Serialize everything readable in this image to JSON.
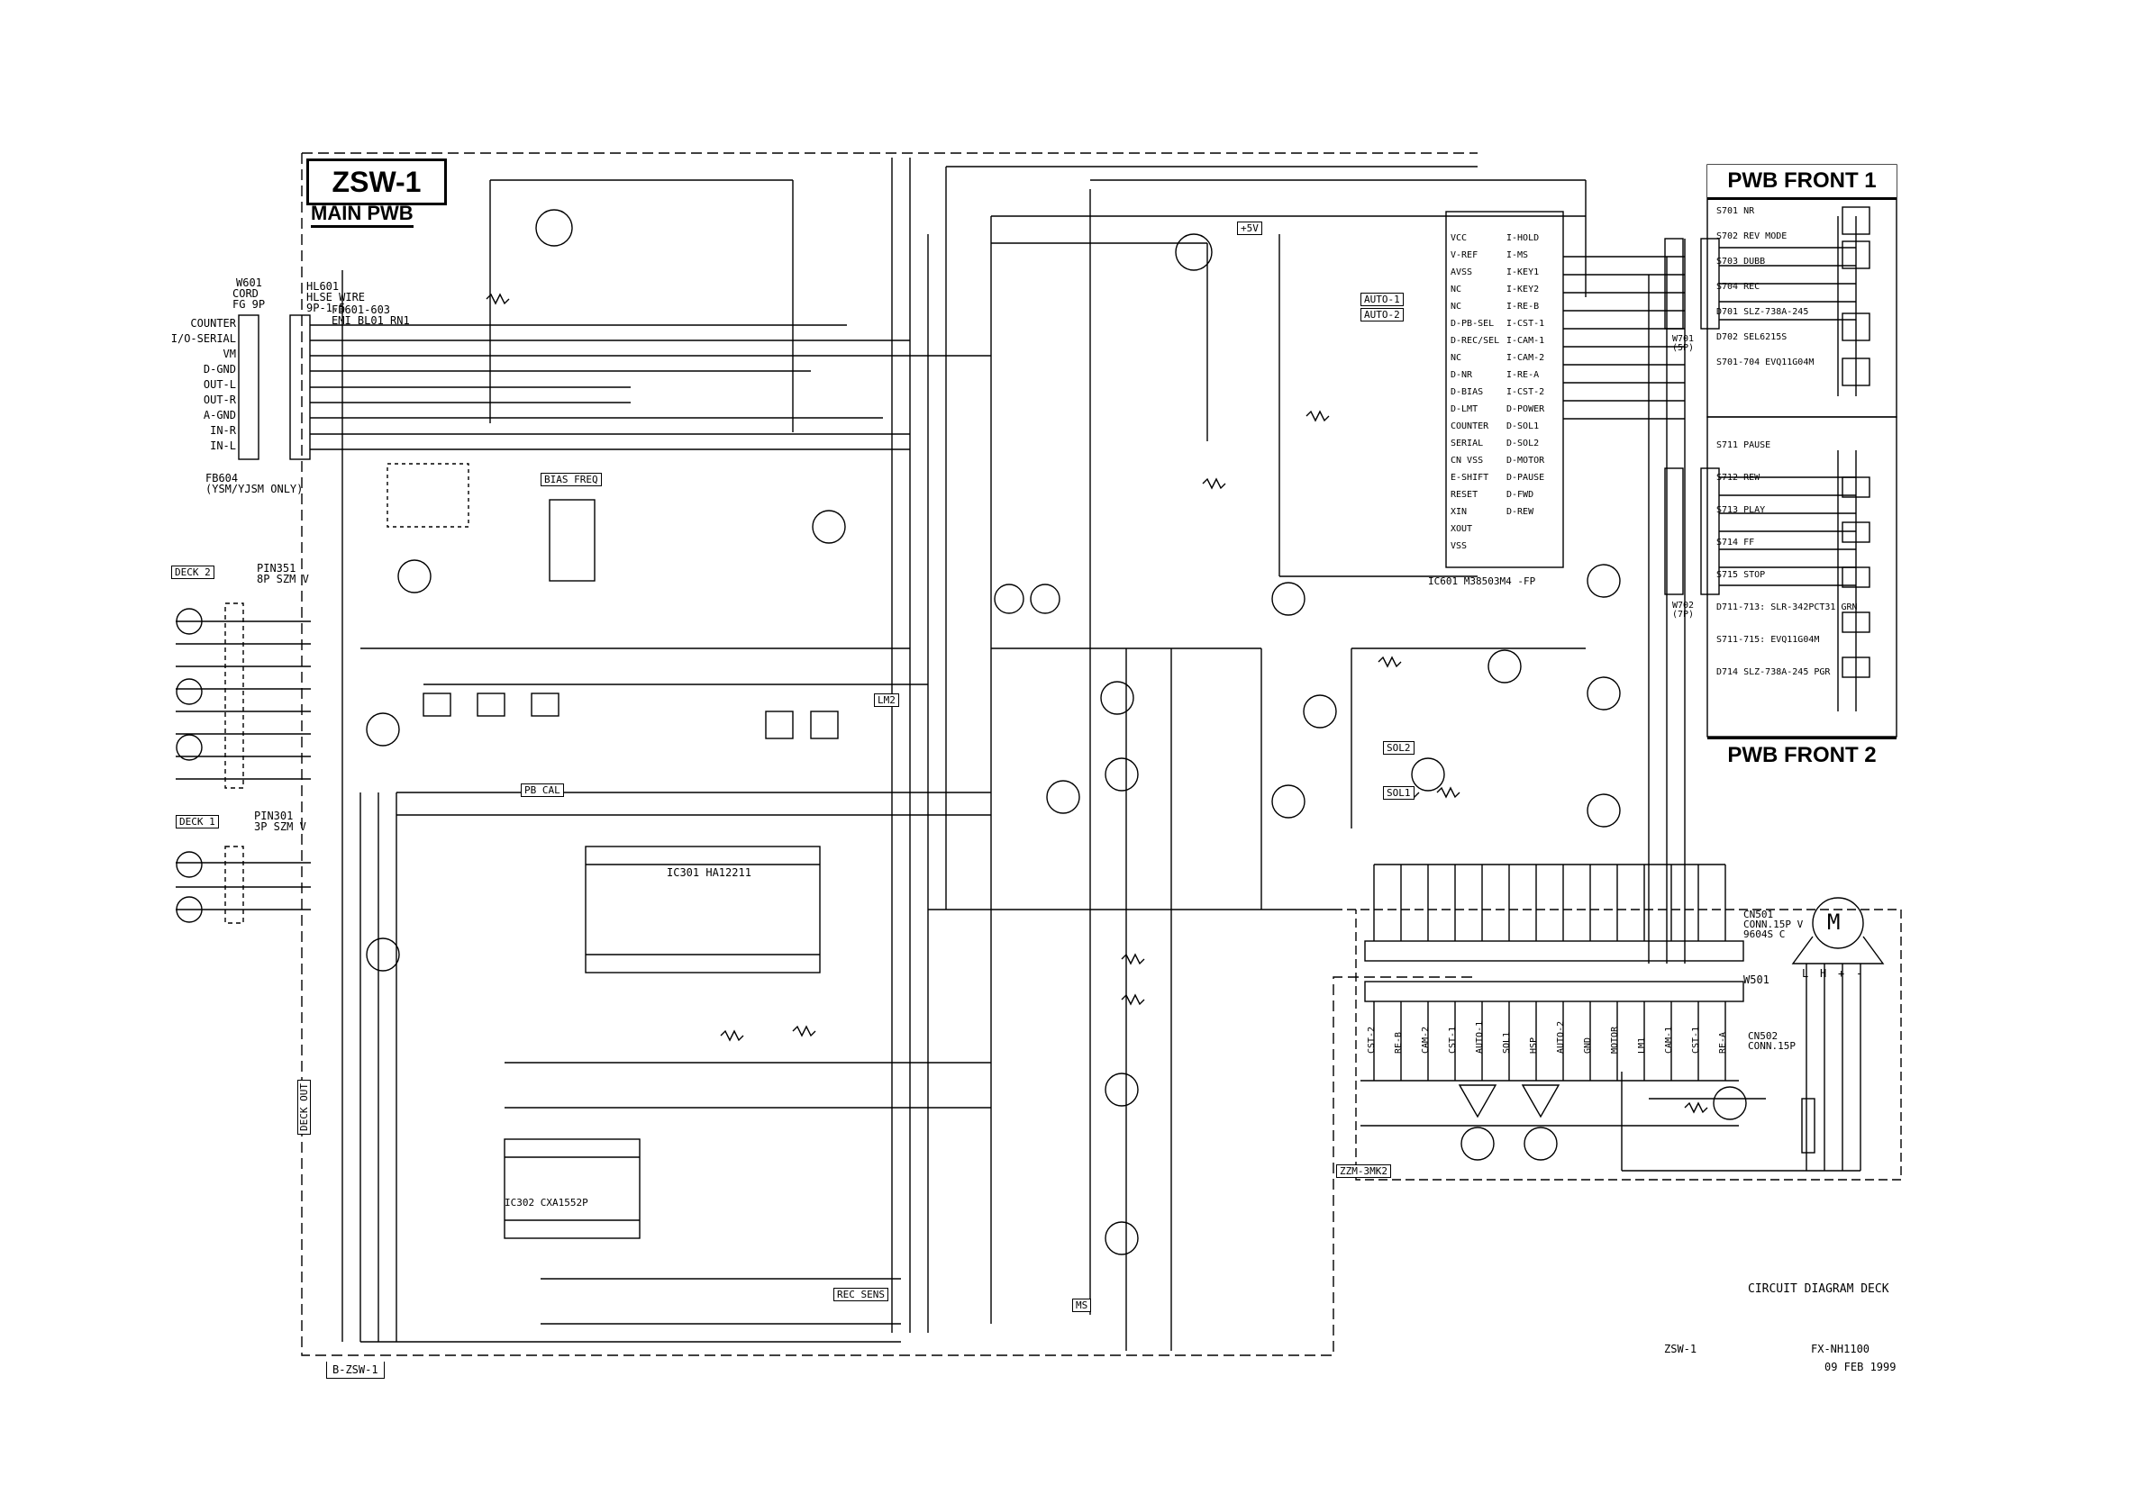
{
  "board": {
    "name": "ZSW-1",
    "subtitle": "MAIN PWB",
    "footer_tag": "B-ZSW-1"
  },
  "front1": {
    "title": "PWB FRONT 1"
  },
  "front2": {
    "title": "PWB FRONT 2"
  },
  "mechanism": {
    "label": "ZZM-3MK2",
    "connector": "CN502\nCONN.15P"
  },
  "footer": {
    "diagram_title": "CIRCUIT DIAGRAM DECK",
    "board_ref": "ZSW-1",
    "model": "FX-NH1100",
    "date": "09 FEB 1999"
  },
  "connectors": {
    "w601": {
      "ref": "W601",
      "desc": "CORD\nFG 9P"
    },
    "w601_labels": [
      "COUNTER",
      "I/O-SERIAL",
      "VM",
      "D-GND",
      "OUT-L",
      "OUT-R",
      "A-GND",
      "IN-R",
      "IN-L"
    ],
    "hl601": "HL601\nHLSE WIRE\n9P-1.5",
    "fb601": "FB601-603\nEMI BL01 RN1",
    "fb604": "FB604\n(YSM/YJSM ONLY)",
    "deck2": "DECK 2",
    "deck1": "DECK 1",
    "deck_out": "DECK OUT",
    "pin351": "PIN351\n8P SZM V",
    "pin301": "PIN301\n3P SZM V",
    "cn501": "CN501\nCONN.15P V\n9604S C",
    "w501": "W501",
    "w701": "W701\n(5P)",
    "w702": "W702\n(7P)"
  },
  "ics": {
    "ic601": "IC601 M38503M4 -FP",
    "ic301": "IC301 HA12211",
    "ic302": "IC302 CXA1552P"
  },
  "tags": [
    "BIAS FREQ",
    "PB CAL",
    "REC SENS",
    "AUTO-1",
    "AUTO-2",
    "SOL1",
    "SOL2",
    "+5V",
    "MS",
    "LM2"
  ],
  "ic601_pins_left": [
    "VCC",
    "V-REF",
    "AVSS",
    "NC",
    "NC",
    "D-PB-SEL",
    "D-REC/SEL",
    "NC",
    "D-NR",
    "D-BIAS",
    "D-LMT",
    "COUNTER",
    "SERIAL",
    "CN VSS",
    "E-SHIFT",
    "RESET",
    "XIN",
    "XOUT",
    "VSS"
  ],
  "ic601_pins_right": [
    "I-HOLD",
    "I-MS",
    "I-KEY1",
    "I-KEY2",
    "I-RE-B",
    "I-CST-1",
    "I-CAM-1",
    "I-CAM-2",
    "I-RE-A",
    "I-CST-2",
    "D-POWER",
    "D-SOL1",
    "D-SOL2",
    "D-MOTOR",
    "D-PAUSE",
    "D-FWD",
    "D-REW"
  ],
  "front1_parts": [
    "S701 NR",
    "S702 REV MODE",
    "S703 DUBB",
    "S704 REC",
    "D701 SLZ-738A-245",
    "D702 SEL6215S",
    "S701-704 EVQ11G04M"
  ],
  "front2_parts": [
    "S711 PAUSE",
    "S712 REW",
    "S713 PLAY",
    "S714 FF",
    "S715 STOP",
    "D711-713: SLR-342PCT31 GRN",
    "S711-715: EVQ11G04M",
    "D714 SLZ-738A-245 PGR"
  ],
  "mech_switches": [
    "CST-2",
    "RE-B",
    "CAM-2",
    "CST-1",
    "AUTO-1",
    "SOL1",
    "HSP",
    "AUTO-2",
    "GND",
    "MOTOR",
    "LM1",
    "CAM-1",
    "CST-1",
    "RE-A"
  ],
  "motor": "M",
  "motor_pins": [
    "L",
    "H",
    "+",
    "-"
  ]
}
